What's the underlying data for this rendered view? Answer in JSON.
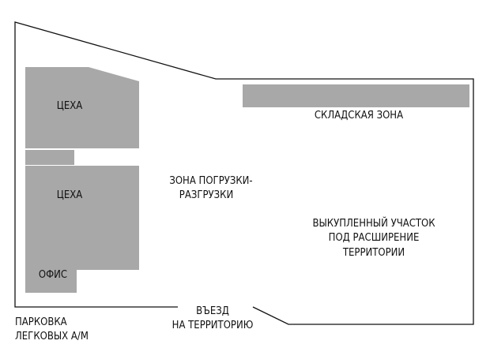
{
  "colors": {
    "outline": "#111111",
    "building_fill": "#a8a8a8",
    "background": "#ffffff"
  },
  "labels": {
    "workshops_top": "ЦЕХА",
    "workshops_bottom": "ЦЕХА",
    "office": "ОФИС",
    "warehouse": "СКЛАДСКАЯ ЗОНА",
    "loading_zone": [
      "ЗОНА ПОГРУЗКИ-",
      "РАЗГРУЗКИ"
    ],
    "purchased_plot": [
      "ВЫКУПЛЕННЫЙ УЧАСТОК",
      "ПОД РАСШИРЕНИЕ",
      "ТЕРРИТОРИИ"
    ],
    "entrance": [
      "ВЪЕЗД",
      "НА ТЕРРИТОРИЮ"
    ],
    "parking": [
      "ПАРКОВКА",
      "ЛЕГКОВЫХ А/М"
    ]
  }
}
